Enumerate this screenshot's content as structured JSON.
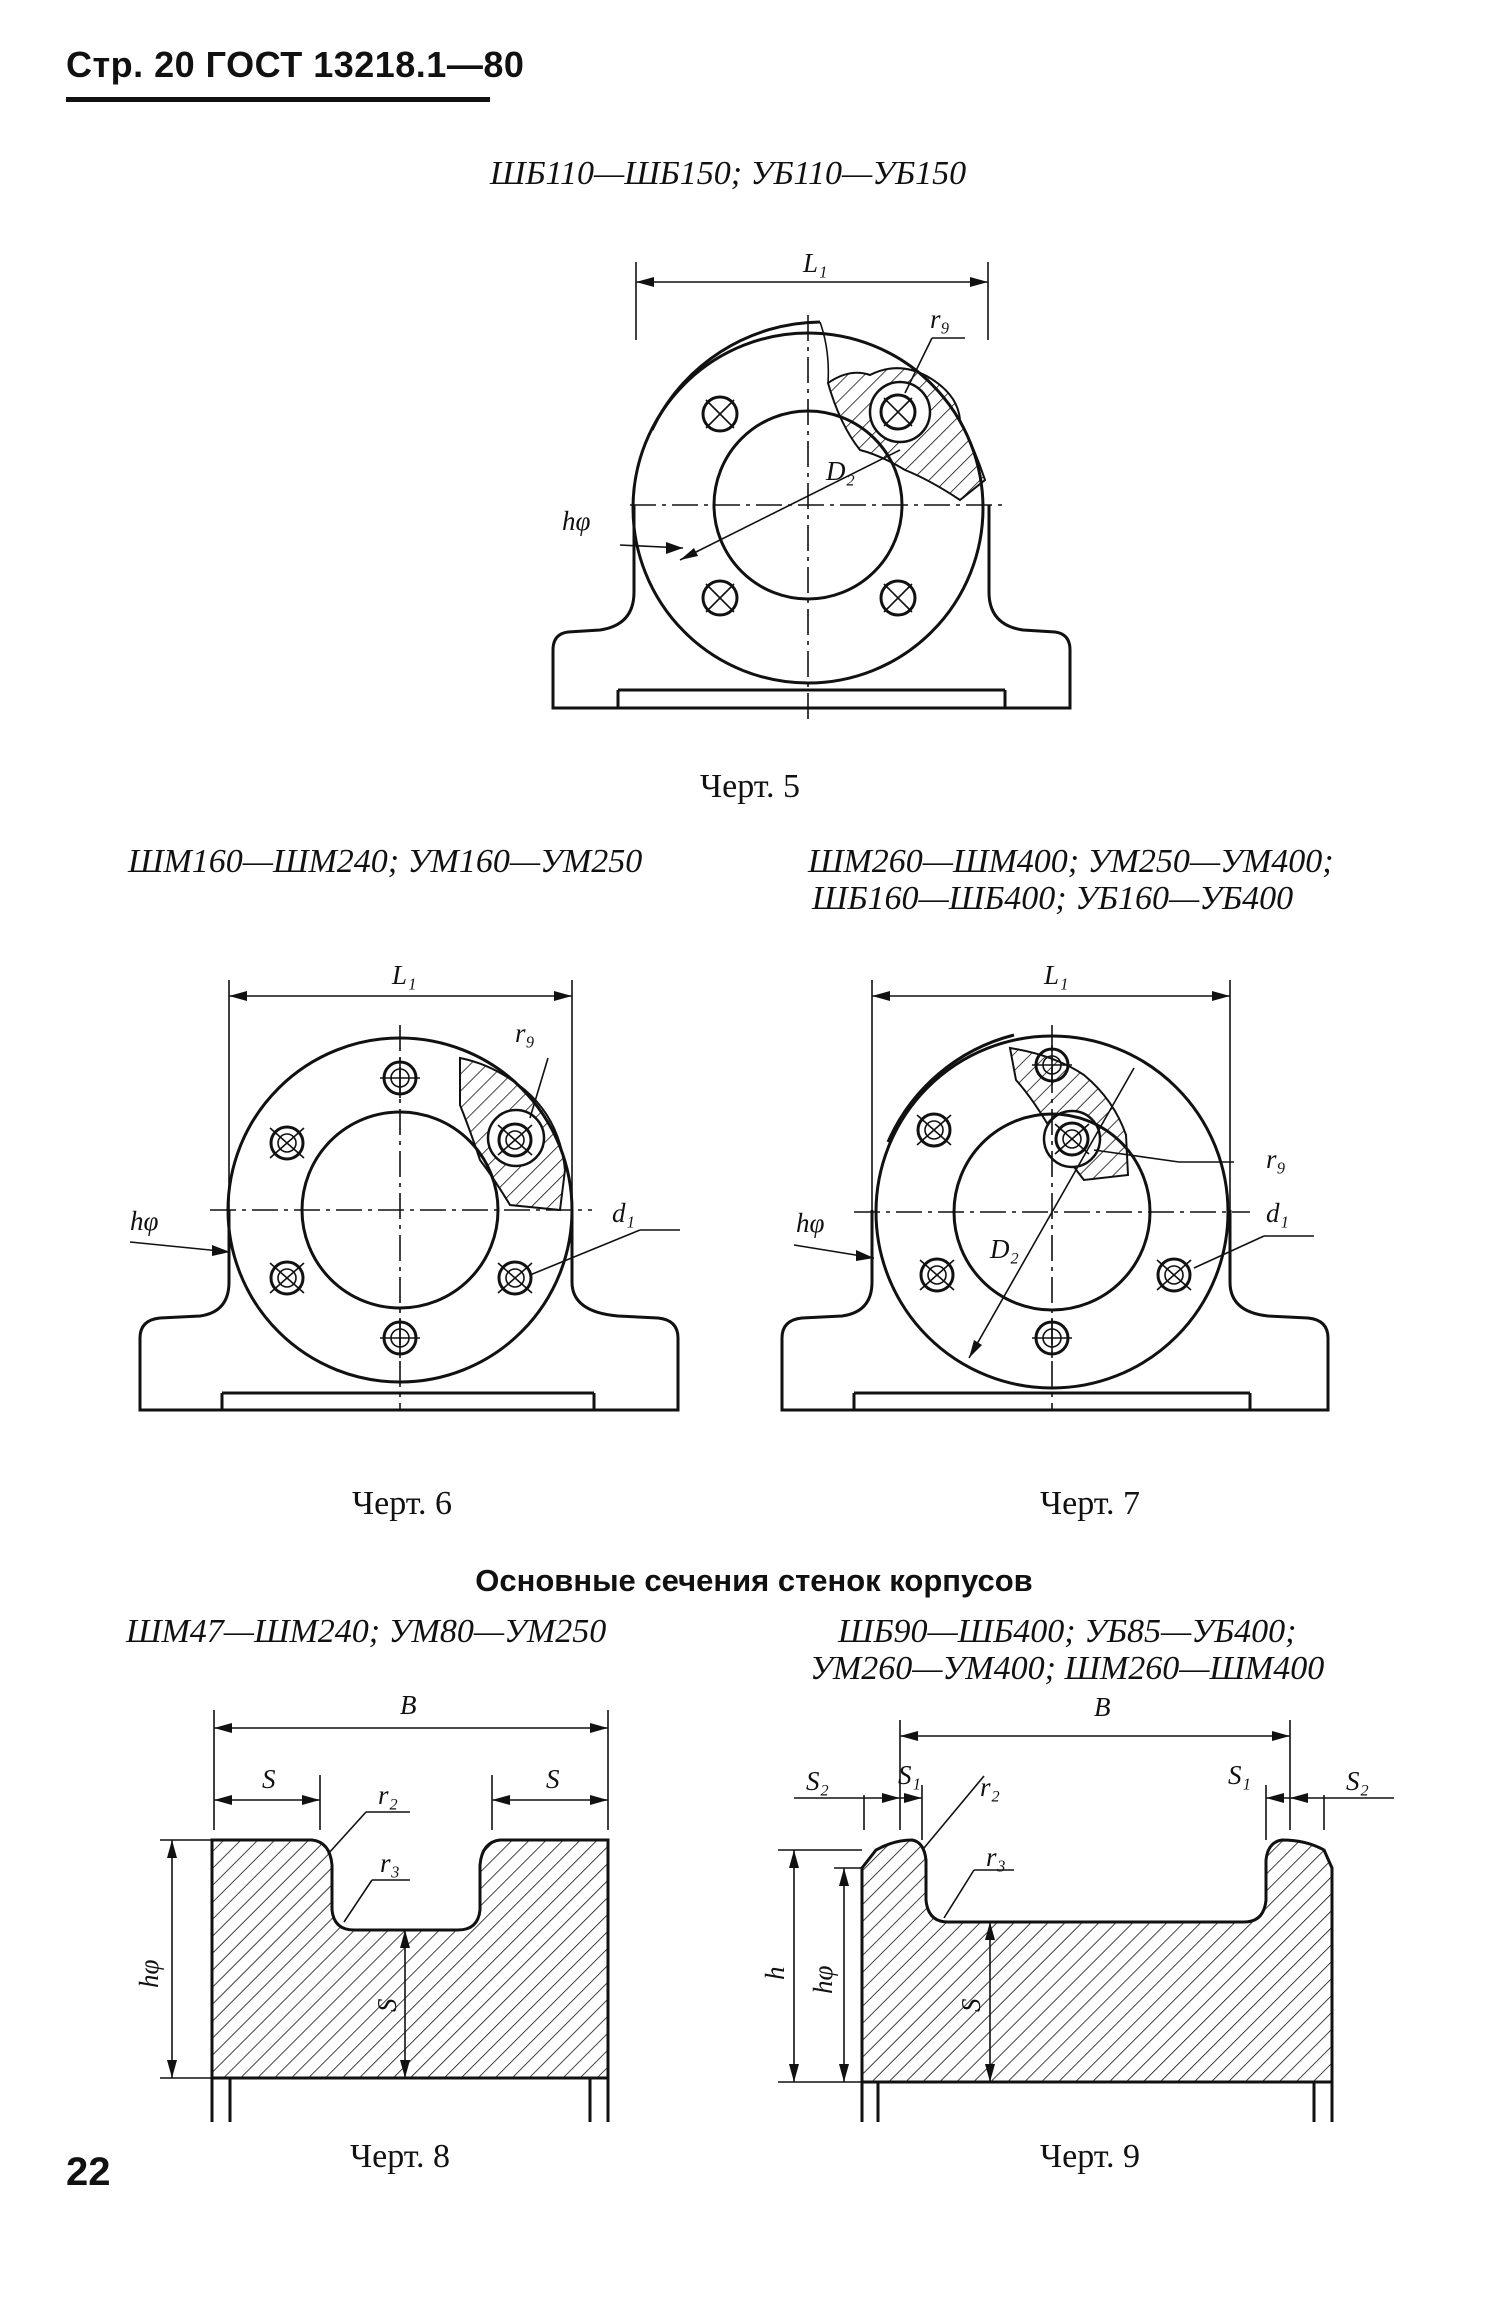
{
  "header": {
    "text": "Стр. 20 ГОСТ 13218.1—80"
  },
  "page_number": "22",
  "figures": {
    "fig5": {
      "title": "ШБ110—ШБ150; УБ110—УБ150",
      "caption": "Черт. 5",
      "labels": {
        "L1": "L₁",
        "r9": "r₉",
        "D2": "D₂",
        "hf": "hφ"
      }
    },
    "fig6": {
      "title": "ШМ160—ШМ240; УМ160—УМ250",
      "caption": "Черт. 6",
      "labels": {
        "L1": "L₁",
        "r9": "r₉",
        "d1": "d₁",
        "hf": "hφ"
      }
    },
    "fig7": {
      "title_line1": "ШМ260—ШМ400; УМ250—УМ400;",
      "title_line2": "ШБ160—ШБ400; УБ160—УБ400",
      "caption": "Черт. 7",
      "labels": {
        "L1": "L₁",
        "r9": "r₉",
        "d1": "d₁",
        "D2": "D₂",
        "hf": "hφ"
      }
    },
    "section_heading": "Основные сечения стенок корпусов",
    "fig8": {
      "title": "ШМ47—ШМ240; УМ80—УМ250",
      "caption": "Черт. 8",
      "labels": {
        "B": "B",
        "S": "S",
        "r2": "r₂",
        "r3": "r₃",
        "hf": "hφ"
      }
    },
    "fig9": {
      "title_line1": "ШБ90—ШБ400; УБ85—УБ400;",
      "title_line2": "УМ260—УМ400; ШМ260—ШМ400",
      "caption": "Черт. 9",
      "labels": {
        "B": "B",
        "S1": "S₁",
        "S2": "S₂",
        "S": "S",
        "r2": "r₂",
        "r3": "r₃",
        "h": "h",
        "hf": "hφ"
      }
    }
  }
}
